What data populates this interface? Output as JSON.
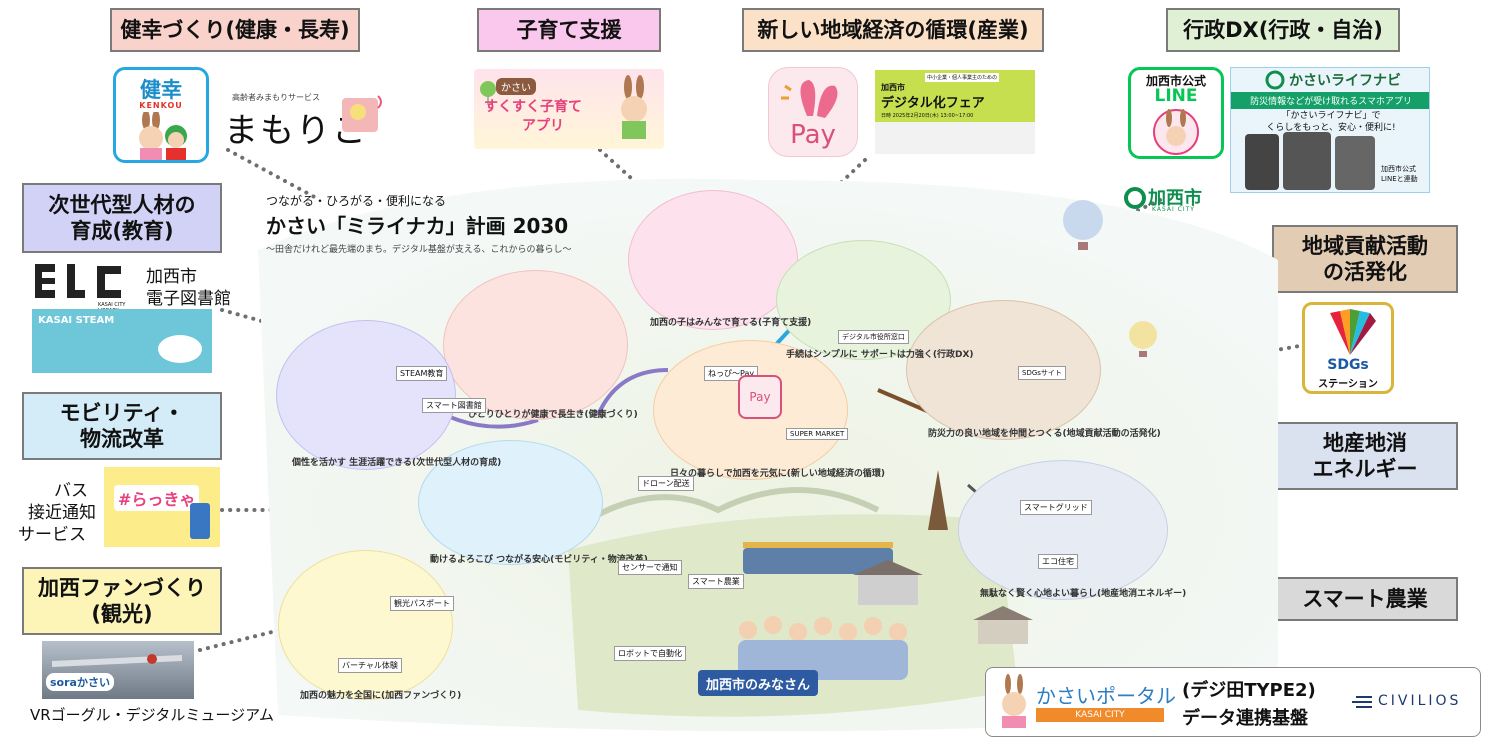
{
  "categories": {
    "health": "健幸づくり(健康・長寿)",
    "childcare": "子育て支援",
    "economy": "新しい地域経済の循環(産業)",
    "admin": "行政DX(行政・自治)",
    "education_1": "次世代型人材の",
    "education_2": "育成(教育)",
    "contribution_1": "地域貢献活動",
    "contribution_2": "の活発化",
    "mobility_1": "モビリティ・",
    "mobility_2": "物流改革",
    "energy_1": "地産地消",
    "energy_2": "エネルギー",
    "fan_1": "加西ファンづくり",
    "fan_2": "(観光)",
    "agri": "スマート農業"
  },
  "logos": {
    "kenkou_main": "健幸",
    "kenkou_sub": "KENKOU",
    "mamorico_small": "高齢者みまもりサービス",
    "mamorico": "まもりこ",
    "kosodate_small": "かさい",
    "kosodate_main": "すくすく子育て",
    "kosodate_sub": "アプリ",
    "pay": "Pay",
    "fair_small": "中小企業・個人事業主のための",
    "fair_kasai": "加西市",
    "fair_main": "デジタル化フェア",
    "fair_date": "日時 2025年2月20日(木) 13:00~17:00",
    "line_title": "加西市公式",
    "line_main": "LINE",
    "navi_title": "かさいライフナビ",
    "navi_band": "防災情報などが受け取れるスマホアプリ",
    "navi_text_1": "「かさいライフナビ」で",
    "navi_text_2": "くらしをもっと、安心・便利に!",
    "navi_side_1": "加西市公式",
    "navi_side_2": "LINEと連動",
    "library_jp_1": "加西市",
    "library_jp_2": "電子図書館",
    "library_small": "KASAI CITY LIBRARY",
    "steam": "KASAI STEAM",
    "sdgs_main": "SDGs",
    "sdgs_sub": "ステーション",
    "bus_label_1": "バス",
    "bus_label_2": "接近通知",
    "bus_label_3": "サービス",
    "rakkya": "#らっきゃ",
    "sora": "soraかさい",
    "vr_label": "VRゴーグル・デジタルミュージアム",
    "city_logo": "加西市",
    "city_logo_sub": "KASAI CITY"
  },
  "plan": {
    "line1": "つながる・ひろがる・便利になる",
    "line2": "かさい「ミライナカ」計画 2030",
    "line3": "〜田舎だけれど最先端のまち。デジタル基盤が支える、これからの暮らし〜"
  },
  "discs": {
    "child": "加西の子はみんなで育てる(子育て支援)",
    "admin": "手続はシンプルに サポートは力強く(行政DX)",
    "health": "ひとりひとりが健康で長生き(健康づくり)",
    "edu": "個性を活かす 生涯活躍できる(次世代型人材の育成)",
    "daily": "日々の暮らしで加西を元気に(新しい地域経済の循環)",
    "community": "防災力の良い地域を仲間とつくる(地域貢献活動の活発化)",
    "mobility": "動けるよろこび つながる安心(モビリティ・物流改革)",
    "energy": "無駄なく賢く心地よい暮らし(地産地消エネルギー)",
    "fan": "加西の魅力を全国に(加西ファンづくり)"
  },
  "illus_labels": {
    "lbl_steam": "STEAM教育",
    "lbl_library": "スマート図書館",
    "lbl_pay": "ねっぴ～Pay",
    "lbl_supermarket": "SUPER MARKET",
    "lbl_drone": "ドローン配送",
    "lbl_smartgrid": "スマートグリッド",
    "lbl_eco": "エコ住宅",
    "lbl_sensor": "センサーで通知",
    "lbl_smartagri": "スマート農業",
    "lbl_robot": "ロボットで自動化",
    "lbl_passport": "観光パスポート",
    "lbl_vr": "バーチャル体験",
    "lbl_sdgs": "SDGsサイト",
    "lbl_digital_office": "デジタル市役所窓口"
  },
  "footer": {
    "citizens": "加西市のみなさん",
    "portal_name": "かさいポータル",
    "portal_band": "KASAI CITY",
    "platform_1": "(デジ田TYPE2)",
    "platform_2": "データ連携基盤",
    "civilios": "CIVILIOS"
  },
  "colors": {
    "health": "#f8d2cb",
    "childcare": "#fac8ec",
    "economy": "#fbe1c8",
    "admin": "#dff0d4",
    "education": "#d2d2f7",
    "contribution": "#e3ccb4",
    "mobility": "#d3ecf7",
    "energy": "#dbe2ef",
    "fan": "#fdf5b7",
    "agri": "#d9d9d9"
  }
}
